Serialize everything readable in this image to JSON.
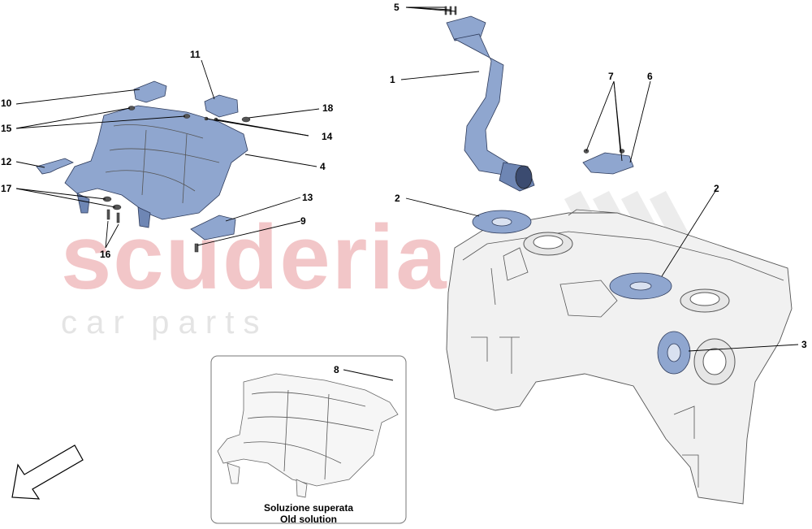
{
  "watermark": {
    "brand": "scuderia",
    "tagline": "c a r   p a r t s"
  },
  "callouts": [
    "5",
    "1",
    "7",
    "6",
    "11",
    "10",
    "18",
    "15",
    "14",
    "4",
    "12",
    "17",
    "13",
    "9",
    "16",
    "2",
    "2",
    "3",
    "8"
  ],
  "inset": {
    "caption_line1": "Soluzione superata",
    "caption_line2": "Old solution"
  },
  "colors": {
    "part_fill": "#8fa6cf",
    "watermark_red": "#f2c6c8",
    "watermark_grey": "#e4e4e4"
  },
  "icons": {
    "direction_arrow": "front-direction-arrow-icon"
  }
}
